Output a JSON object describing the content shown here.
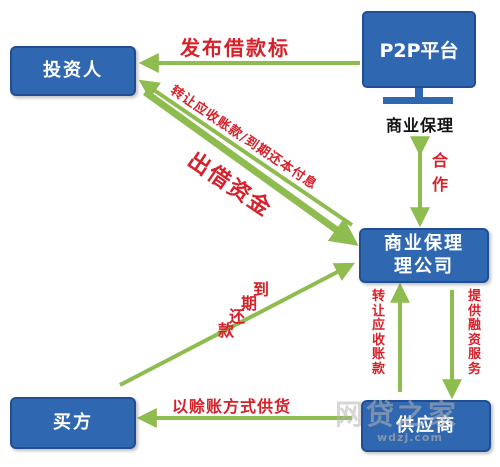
{
  "nodes": {
    "investor": "投资人",
    "p2p": "P2P平台",
    "p2p_caption": "商业保理",
    "factor_line1": "商业保理",
    "factor_line2": "理公司",
    "buyer": "买方",
    "supplier": "供应商"
  },
  "labels": {
    "publish_loan": "发布借款标",
    "transfer_receivables": "转让应收账款/到期还本付息",
    "lend_funds": "出借资金",
    "repay_due": [
      "到",
      "期",
      "还",
      "款"
    ],
    "cooperation": [
      "合",
      "作"
    ],
    "transfer_receivables_vertical": [
      "转",
      "让",
      "应",
      "收",
      "账",
      "款"
    ],
    "financing_service": [
      "提",
      "供",
      "融",
      "资",
      "服",
      "务"
    ],
    "credit_sale": "以赊账方式供货"
  },
  "watermark": {
    "main": "网贷之家",
    "sub": "wdzj.com"
  },
  "colors": {
    "box": "#2f67b0",
    "arrow": "#8fbc4f",
    "label": "#d6212b"
  }
}
